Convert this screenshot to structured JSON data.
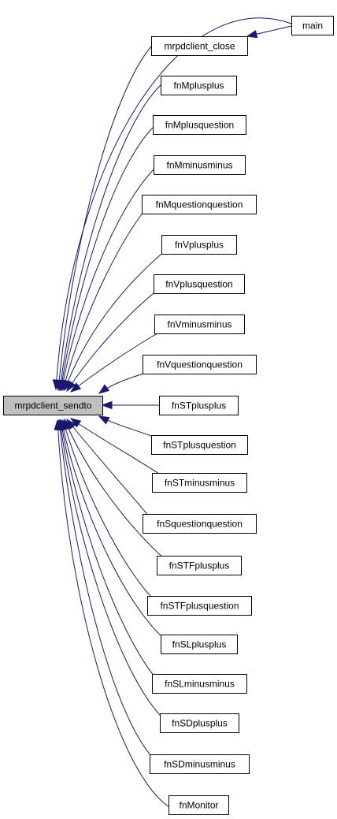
{
  "diagram": {
    "root": {
      "id": "root",
      "label": "mrpdclient_sendto"
    },
    "nodes": [
      {
        "id": "main",
        "label": "main"
      },
      {
        "id": "mrpdclient_close",
        "label": "mrpdclient_close"
      },
      {
        "id": "fnMplusplus",
        "label": "fnMplusplus"
      },
      {
        "id": "fnMplusquestion",
        "label": "fnMplusquestion"
      },
      {
        "id": "fnMminusminus",
        "label": "fnMminusminus"
      },
      {
        "id": "fnMquestionquestion",
        "label": "fnMquestionquestion"
      },
      {
        "id": "fnVplusplus",
        "label": "fnVplusplus"
      },
      {
        "id": "fnVplusquestion",
        "label": "fnVplusquestion"
      },
      {
        "id": "fnVminusminus",
        "label": "fnVminusminus"
      },
      {
        "id": "fnVquestionquestion",
        "label": "fnVquestionquestion"
      },
      {
        "id": "fnSTplusplus",
        "label": "fnSTplusplus"
      },
      {
        "id": "fnSTplusquestion",
        "label": "fnSTplusquestion"
      },
      {
        "id": "fnSTminusminus",
        "label": "fnSTminusminus"
      },
      {
        "id": "fnSquestionquestion",
        "label": "fnSquestionquestion"
      },
      {
        "id": "fnSTFplusplus",
        "label": "fnSTFplusplus"
      },
      {
        "id": "fnSTFplusquestion",
        "label": "fnSTFplusquestion"
      },
      {
        "id": "fnSLplusplus",
        "label": "fnSLplusplus"
      },
      {
        "id": "fnSLminusminus",
        "label": "fnSLminusminus"
      },
      {
        "id": "fnSDplusplus",
        "label": "fnSDplusplus"
      },
      {
        "id": "fnSDminusminus",
        "label": "fnSDminusminus"
      },
      {
        "id": "fnMonitor",
        "label": "fnMonitor"
      }
    ],
    "edges": [
      {
        "from": "main",
        "to": "root"
      },
      {
        "from": "main",
        "to": "mrpdclient_close"
      },
      {
        "from": "mrpdclient_close",
        "to": "root"
      },
      {
        "from": "fnMplusplus",
        "to": "root"
      },
      {
        "from": "fnMplusquestion",
        "to": "root"
      },
      {
        "from": "fnMminusminus",
        "to": "root"
      },
      {
        "from": "fnMquestionquestion",
        "to": "root"
      },
      {
        "from": "fnVplusplus",
        "to": "root"
      },
      {
        "from": "fnVplusquestion",
        "to": "root"
      },
      {
        "from": "fnVminusminus",
        "to": "root"
      },
      {
        "from": "fnVquestionquestion",
        "to": "root"
      },
      {
        "from": "fnSTplusplus",
        "to": "root"
      },
      {
        "from": "fnSTplusquestion",
        "to": "root"
      },
      {
        "from": "fnSTminusminus",
        "to": "root"
      },
      {
        "from": "fnSquestionquestion",
        "to": "root"
      },
      {
        "from": "fnSTFplusplus",
        "to": "root"
      },
      {
        "from": "fnSTFplusquestion",
        "to": "root"
      },
      {
        "from": "fnSLplusplus",
        "to": "root"
      },
      {
        "from": "fnSLminusminus",
        "to": "root"
      },
      {
        "from": "fnSDplusplus",
        "to": "root"
      },
      {
        "from": "fnSDminusminus",
        "to": "root"
      },
      {
        "from": "fnMonitor",
        "to": "root"
      }
    ],
    "colors": {
      "edge": "#191970",
      "root_fill": "#bfbfbf",
      "node_fill": "#ffffff",
      "node_border": "#000000"
    }
  }
}
